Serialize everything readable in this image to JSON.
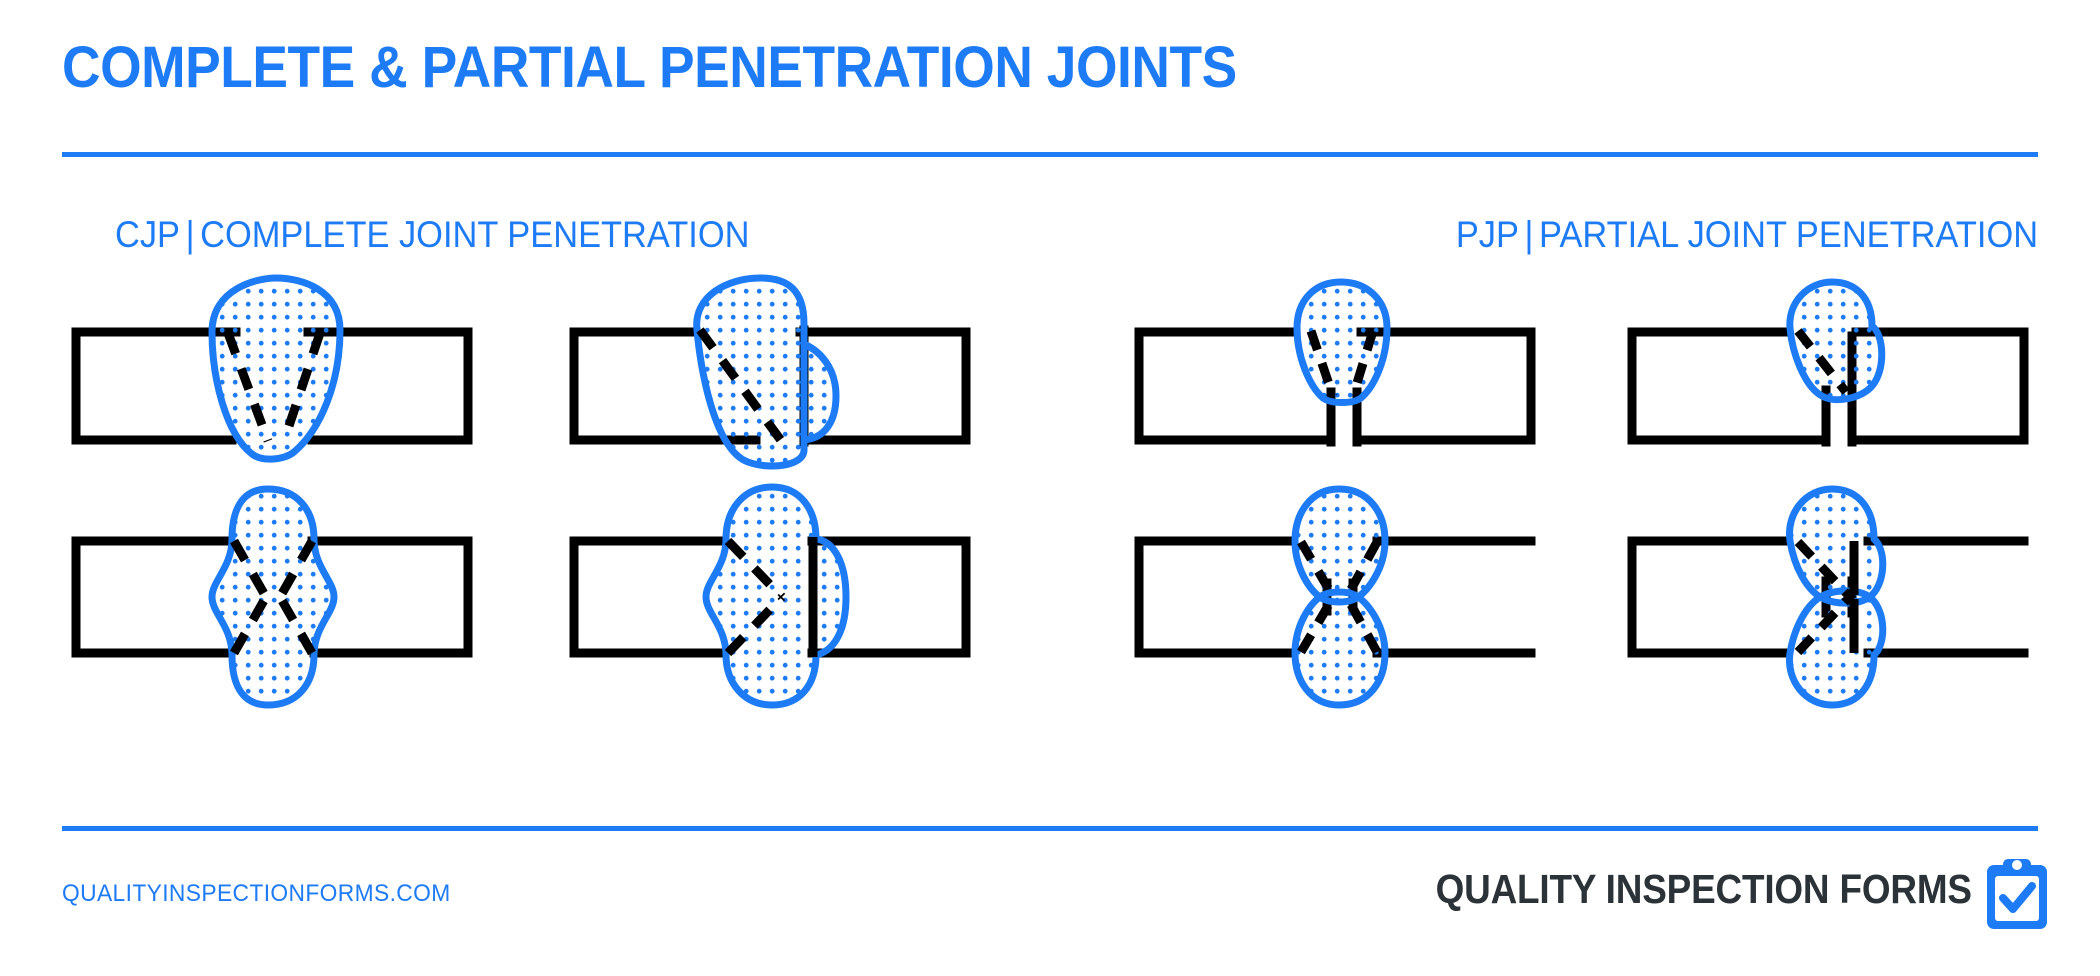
{
  "header": {
    "title": "COMPLETE & PARTIAL PENETRATION JOINTS",
    "accent_color": "#1d7bf5"
  },
  "sections": [
    {
      "abbr": "CJP",
      "separator": "|",
      "name": "COMPLETE JOINT PENETRATION"
    },
    {
      "abbr": "PJP",
      "separator": "|",
      "name": "PARTIAL JOINT PENETRATION"
    }
  ],
  "diagrams": [
    {
      "id": "cjp-single-v",
      "group": "CJP",
      "row": 1,
      "col": 1,
      "groove": "single-V groove",
      "penetration": "complete"
    },
    {
      "id": "cjp-single-bevel",
      "group": "CJP",
      "row": 1,
      "col": 2,
      "groove": "single-bevel groove",
      "penetration": "complete"
    },
    {
      "id": "cjp-double-v",
      "group": "CJP",
      "row": 2,
      "col": 1,
      "groove": "double-V groove",
      "penetration": "complete"
    },
    {
      "id": "cjp-double-bevel",
      "group": "CJP",
      "row": 2,
      "col": 2,
      "groove": "double-bevel groove",
      "penetration": "complete"
    },
    {
      "id": "pjp-single-v",
      "group": "PJP",
      "row": 1,
      "col": 1,
      "groove": "single-V groove",
      "penetration": "partial"
    },
    {
      "id": "pjp-single-bevel",
      "group": "PJP",
      "row": 1,
      "col": 2,
      "groove": "single-bevel groove",
      "penetration": "partial"
    },
    {
      "id": "pjp-double-v",
      "group": "PJP",
      "row": 2,
      "col": 1,
      "groove": "double-V groove",
      "penetration": "partial"
    },
    {
      "id": "pjp-double-bevel",
      "group": "PJP",
      "row": 2,
      "col": 2,
      "groove": "double-bevel groove",
      "penetration": "partial"
    }
  ],
  "legend": {
    "weld_outline_color": "#1d7bf5",
    "weld_fill_pattern": "blue-dot-stipple",
    "base_metal_color": "#000000",
    "groove_prep_line": "dashed-black"
  },
  "footer": {
    "site": "QUALITYINSPECTIONFORMS.COM",
    "brand": "QUALITY INSPECTION FORMS",
    "brand_color": "#2b3238",
    "mark": "clipboard-check-icon"
  }
}
